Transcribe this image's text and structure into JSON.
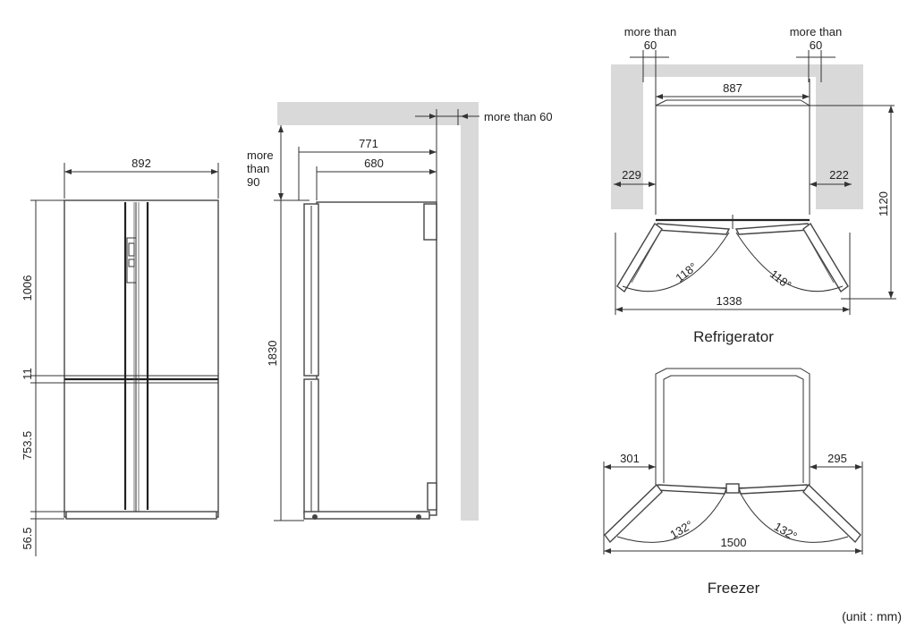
{
  "front": {
    "width": "892",
    "h_top": "1006",
    "h_gap": "11",
    "h_bottom": "753.5",
    "h_base": "56.5"
  },
  "side": {
    "top_clear_1": "more",
    "top_clear_2": "than",
    "top_clear_3": "90",
    "depth_total": "771",
    "depth_body": "680",
    "height": "1830",
    "back_clear": "more than 60"
  },
  "refrigerator": {
    "left_clear_1": "more than",
    "left_clear_2": "60",
    "right_clear_1": "more than",
    "right_clear_2": "60",
    "inner_width": "887",
    "left_side": "229",
    "right_side": "222",
    "depth": "1120",
    "angle_left": "118°",
    "angle_right": "118°",
    "total_width": "1338",
    "caption": "Refrigerator"
  },
  "freezer": {
    "left_side": "301",
    "right_side": "295",
    "angle_left": "132°",
    "angle_right": "132°",
    "total_width": "1500",
    "caption": "Freezer"
  },
  "unit_note": "(unit : mm)"
}
